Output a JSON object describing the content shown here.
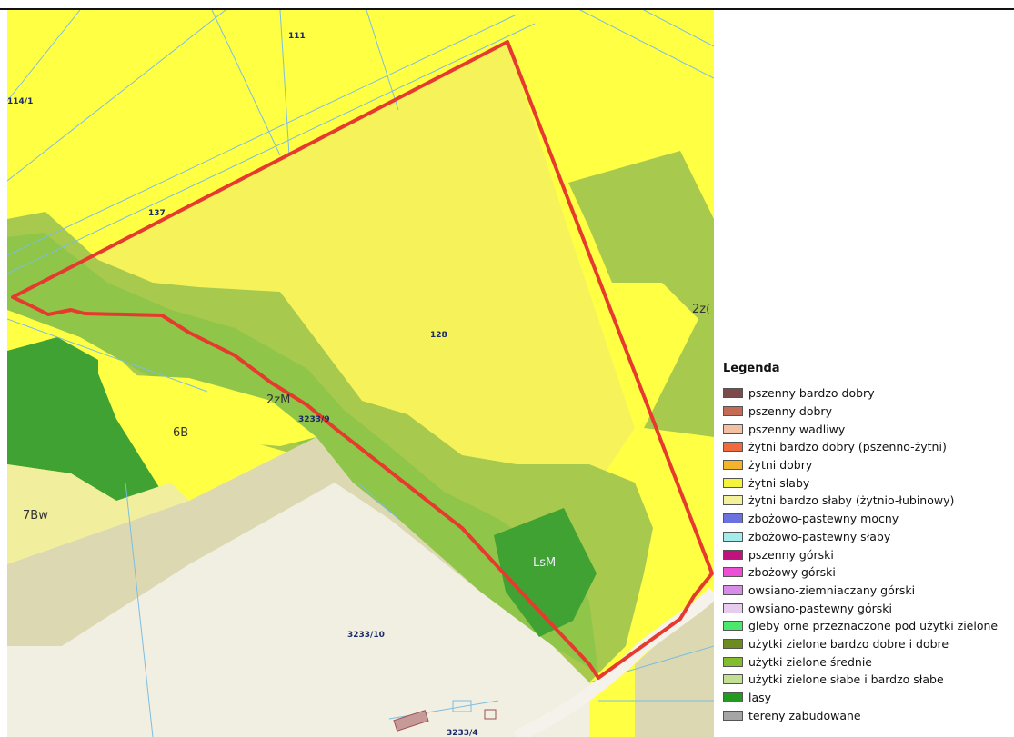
{
  "map": {
    "colors": {
      "zytni_slaby": "#ffff44",
      "zytni_slaby_light": "#f6f35a",
      "zytni_bardzo_slaby": "#f1ef9e",
      "uzytki_srednie": "#8fc549",
      "uzytki_dobre": "#a6c94e",
      "lasy": "#3fa232",
      "zabudowane": "#dcd9b2",
      "tereny": "#f1efe2",
      "boundary": "#e63a2e",
      "parcel_line": "#7dbde0"
    },
    "labels": {
      "p111": "111",
      "p114": "114/1",
      "p137": "137",
      "p128": "128",
      "p2zM": "2zM",
      "p2z": "2z(",
      "p6B": "6B",
      "p3233_9": "3233/9",
      "p7Bw": "7Bw",
      "pLsM": "LsM",
      "p3233_10": "3233/10",
      "p3233_4": "3233/4"
    }
  },
  "legend": {
    "title": "Legenda",
    "items": [
      {
        "label": "pszenny bardzo dobry",
        "color": "#7e4b4b"
      },
      {
        "label": "pszenny dobry",
        "color": "#c46a55"
      },
      {
        "label": "pszenny wadliwy",
        "color": "#f2c0a2"
      },
      {
        "label": "żytni bardzo dobry (pszenno-żytni)",
        "color": "#ef6a3c"
      },
      {
        "label": "żytni dobry",
        "color": "#f1b42a"
      },
      {
        "label": "żytni słaby",
        "color": "#f4f43c"
      },
      {
        "label": "żytni bardzo słaby (żytnio-łubinowy)",
        "color": "#f3f19a"
      },
      {
        "label": "zbożowo-pastewny mocny",
        "color": "#6b72e0"
      },
      {
        "label": "zbożowo-pastewny słaby",
        "color": "#a4ecec"
      },
      {
        "label": "pszenny górski",
        "color": "#c0117d"
      },
      {
        "label": "zbożowy górski",
        "color": "#ec4fd6"
      },
      {
        "label": "owsiano-ziemniaczany górski",
        "color": "#d78ce8"
      },
      {
        "label": "owsiano-pastewny górski",
        "color": "#e6cdee"
      },
      {
        "label": "gleby orne przeznaczone pod użytki zielone",
        "color": "#4ce86d"
      },
      {
        "label": "użytki zielone bardzo dobre i dobre",
        "color": "#6d8c1f"
      },
      {
        "label": "użytki zielone średnie",
        "color": "#83bd2e"
      },
      {
        "label": "użytki zielone słabe i bardzo słabe",
        "color": "#c2df93"
      },
      {
        "label": "lasy",
        "color": "#219a1f"
      },
      {
        "label": "tereny zabudowane",
        "color": "#a5a5a5"
      }
    ]
  }
}
